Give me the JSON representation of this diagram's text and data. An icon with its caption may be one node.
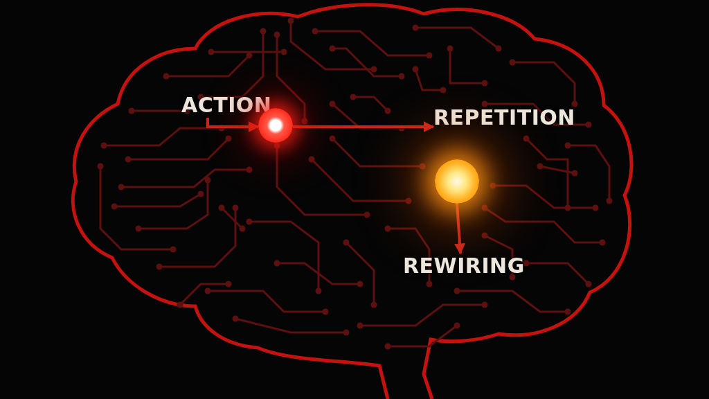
{
  "diagram": {
    "nodes": [
      {
        "text": [
          "ACTION"
        ]
      },
      {
        "text": [],
        "shape": "circle"
      },
      {
        "text": [
          "REPETITION"
        ]
      },
      {
        "text": [],
        "shape": "circle"
      },
      {
        "text": [
          "REWIRING"
        ]
      }
    ],
    "edges": [
      {
        "from": 0,
        "to": 1,
        "arrow": "to"
      },
      {
        "from": 1,
        "to": 2,
        "arrow": "to"
      },
      {
        "from": 3,
        "to": 4,
        "arrow": "to"
      }
    ]
  }
}
